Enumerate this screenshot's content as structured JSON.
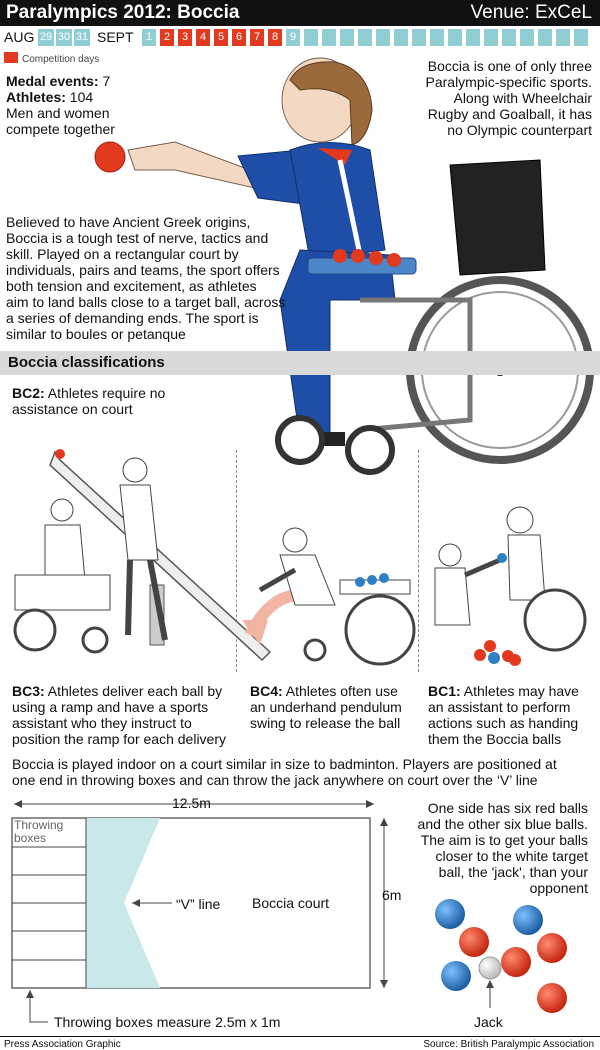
{
  "header": {
    "title": "Paralympics 2012: Boccia",
    "venue": "Venue: ExCeL"
  },
  "dates": {
    "aug_label": "AUG",
    "aug_days": [
      "29",
      "30",
      "31"
    ],
    "sept_label": "SEPT",
    "sept_days": [
      "1",
      "2",
      "3",
      "4",
      "5",
      "6",
      "7",
      "8",
      "9"
    ],
    "competition_days": [
      "2",
      "3",
      "4",
      "5",
      "6",
      "7",
      "8"
    ],
    "legend": "Competition days",
    "colors": {
      "competition": "#e3391f",
      "other": "#8fcfd4"
    }
  },
  "stats": {
    "medal_label": "Medal events:",
    "medal_value": "7",
    "athletes_label": "Athletes:",
    "athletes_value": "104",
    "note_line1": "Men and women",
    "note_line2": "compete together"
  },
  "unique": {
    "lines": [
      "Boccia is one of only three",
      "Paralympic-specific sports.",
      "Along with Wheelchair",
      "Rugby and Goalball, it has",
      "no Olympic counterpart"
    ]
  },
  "intro": {
    "lines": [
      "Believed to have Ancient Greek origins,",
      "Boccia is a tough test of nerve, tactics and",
      "skill. Played on a rectangular court by",
      "individuals, pairs and teams, the sport offers",
      "both tension and excitement, as athletes",
      "aim to land balls close to a target ball, across",
      "a series of demanding ends. The sport is",
      "similar to boules or petanque"
    ]
  },
  "classifications": {
    "heading": "Boccia classifications",
    "bc2": {
      "code": "BC2:",
      "line1": "Athletes require no",
      "line2": "assistance on court"
    },
    "bc3": {
      "code": "BC3:",
      "line1": "Athletes deliver each ball by",
      "line2": "using a ramp and have a sports",
      "line3": "assistant who they instruct to",
      "line4": "position the ramp for each delivery"
    },
    "bc4": {
      "code": "BC4:",
      "line1": "Athletes often use",
      "line2": "an underhand pendulum",
      "line3": "swing to release the ball"
    },
    "bc1": {
      "code": "BC1:",
      "line1": "Athletes may have",
      "line2": "an assistant to perform",
      "line3": "actions such as handing",
      "line4": "them the Boccia balls"
    }
  },
  "court": {
    "desc_line1": "Boccia is played indoor on a court similar in size to badminton. Players are positioned at",
    "desc_line2": "one end in throwing boxes and can throw the jack anywhere on court over the ‘V’ line",
    "width_label": "12.5m",
    "height_label": "6m",
    "throwing_boxes_label_1": "Throwing",
    "throwing_boxes_label_2": "boxes",
    "v_line_label": "“V” line",
    "court_label": "Boccia court",
    "measure_label": "Throwing boxes measure 2.5m x 1m"
  },
  "balls": {
    "lines": [
      "One side has six red balls",
      "and the other six blue balls.",
      "The aim is to get your balls",
      "closer to the white target",
      "ball, the 'jack', than your",
      "opponent"
    ],
    "jack_label": "Jack",
    "colors": {
      "red": "#e3391f",
      "blue": "#2f7fc4",
      "white": "#f4f4f4"
    }
  },
  "footer": {
    "credit": "Press Association Graphic",
    "source": "Source: British Paralympic Association"
  }
}
